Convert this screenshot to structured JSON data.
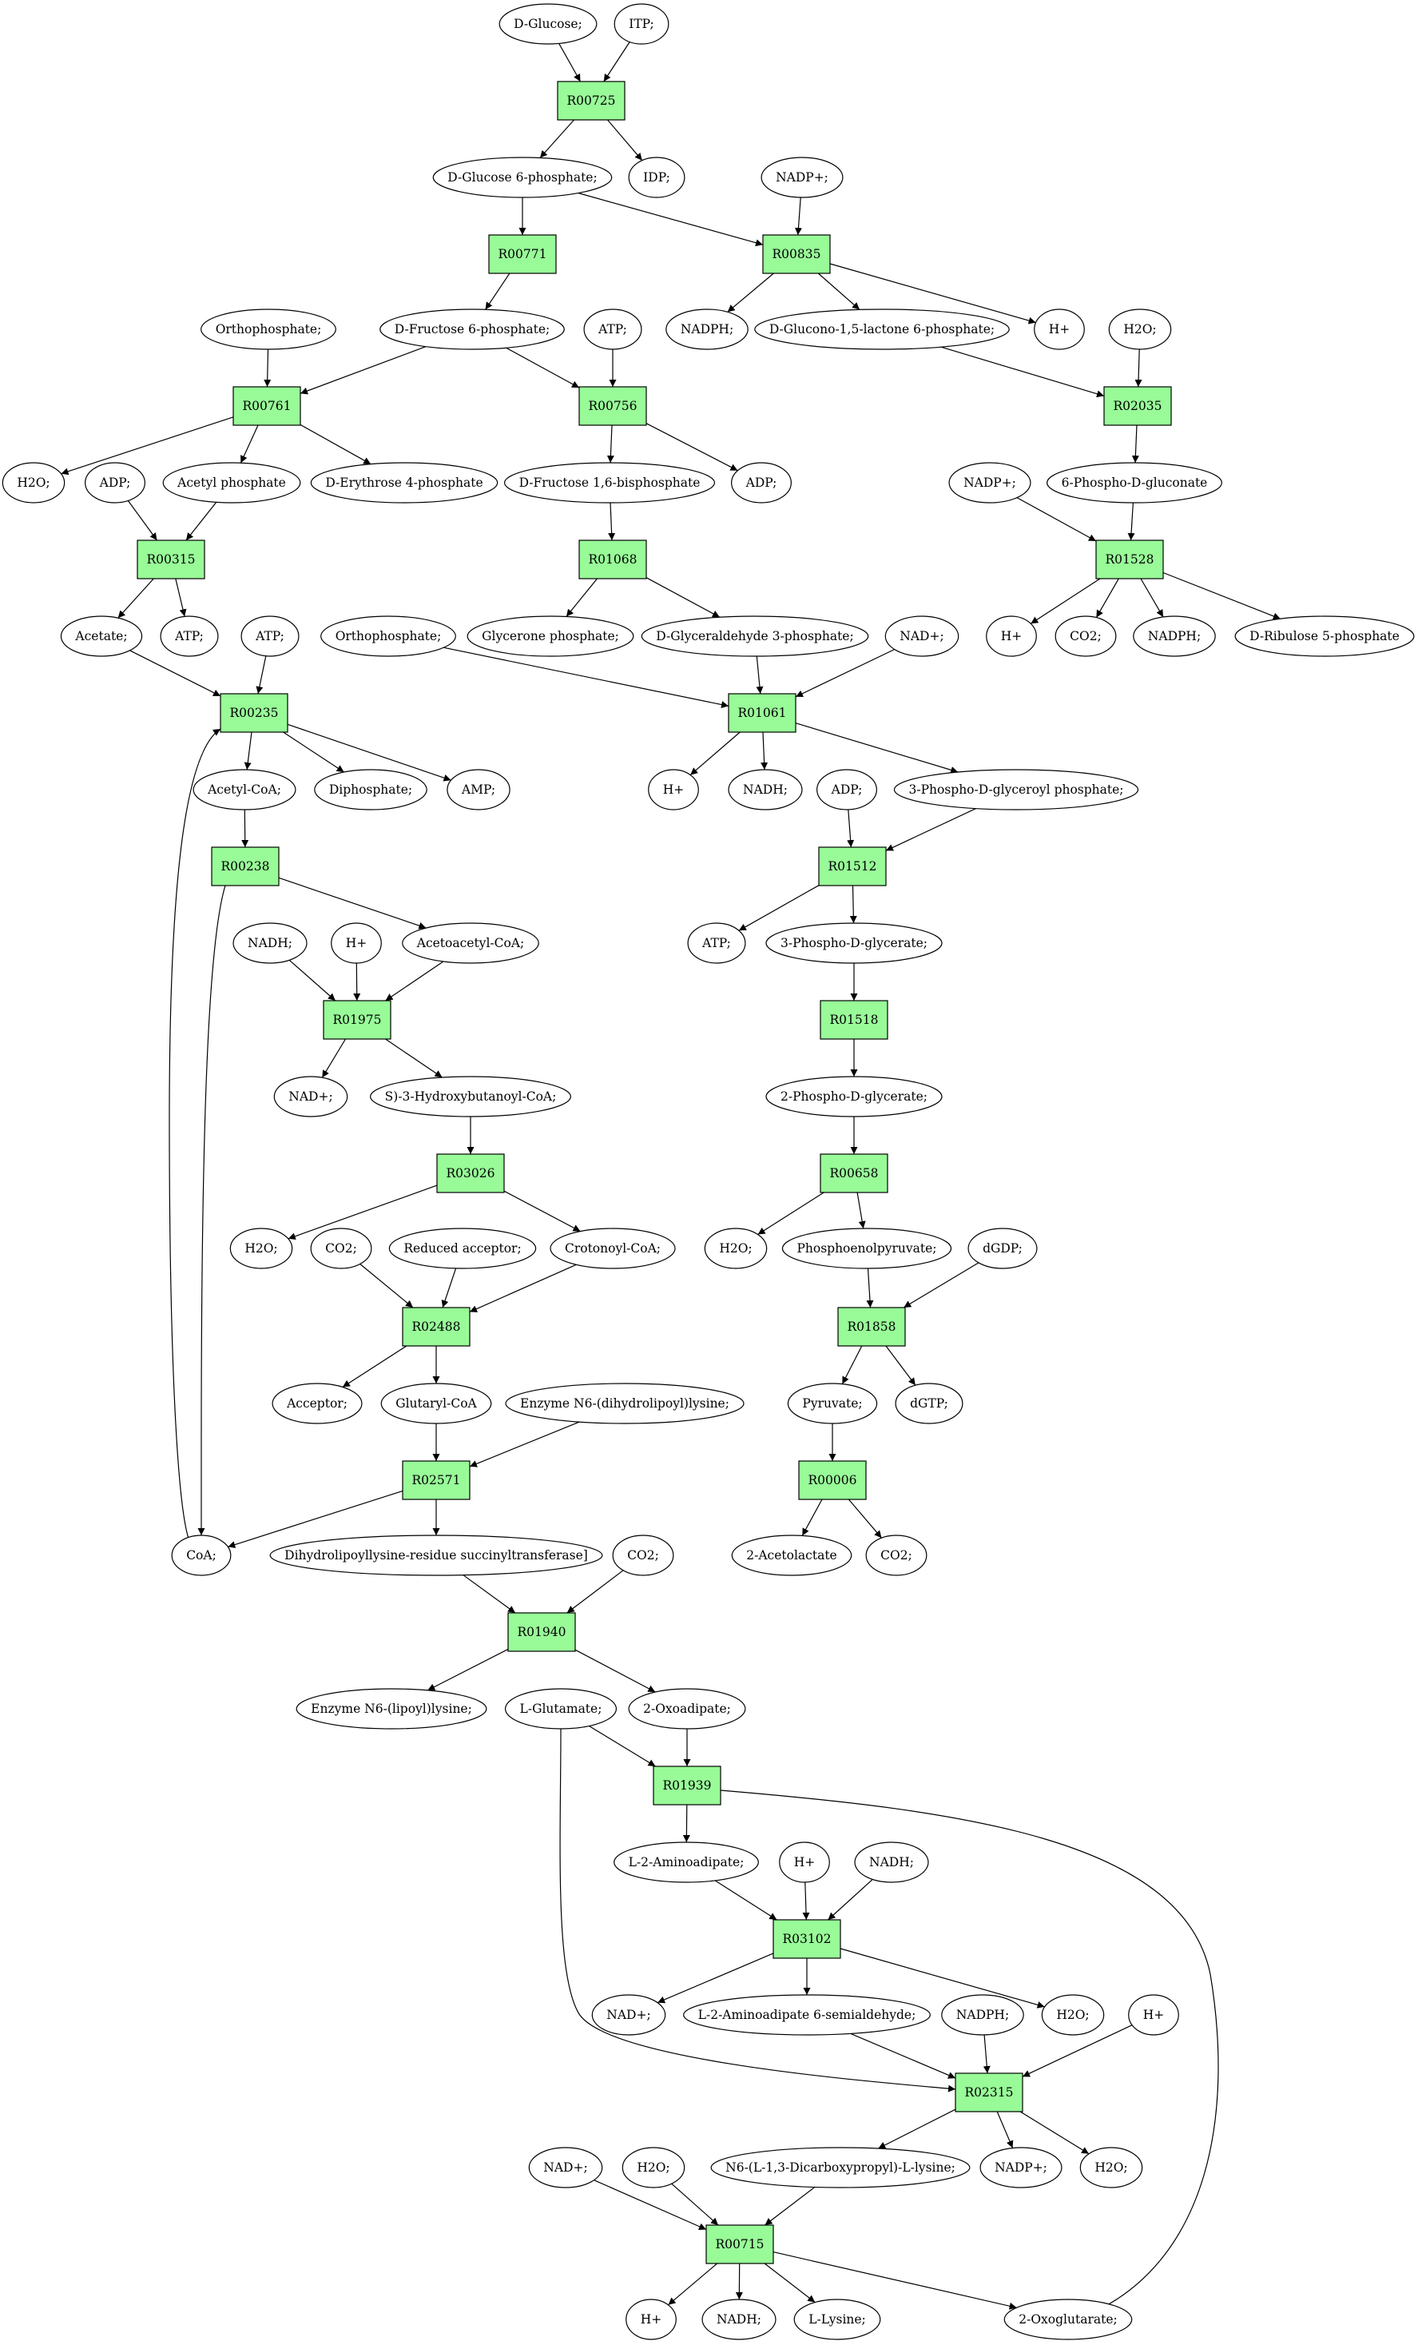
{
  "colors": {
    "reaction_fill": "#98fb98",
    "start_fill": "#00ee00",
    "end_fill": "#ffff00",
    "metabolite_fill": "#ffffff",
    "stroke": "#000000"
  },
  "nodes": [
    {
      "id": "glucose",
      "kind": "metabolite",
      "label": "D-Glucose;",
      "role": "start"
    },
    {
      "id": "itp",
      "kind": "metabolite",
      "label": "ITP;"
    },
    {
      "id": "R00725",
      "kind": "reaction",
      "label": "R00725"
    },
    {
      "id": "g6p",
      "kind": "metabolite",
      "label": "D-Glucose 6-phosphate;"
    },
    {
      "id": "idp",
      "kind": "metabolite",
      "label": "IDP;"
    },
    {
      "id": "nadp_1",
      "kind": "metabolite",
      "label": "NADP+;"
    },
    {
      "id": "R00771",
      "kind": "reaction",
      "label": "R00771"
    },
    {
      "id": "R00835",
      "kind": "reaction",
      "label": "R00835"
    },
    {
      "id": "orthophosphate_1",
      "kind": "metabolite",
      "label": "Orthophosphate;"
    },
    {
      "id": "f6p",
      "kind": "metabolite",
      "label": "D-Fructose 6-phosphate;"
    },
    {
      "id": "atp_1",
      "kind": "metabolite",
      "label": "ATP;"
    },
    {
      "id": "nadph_1",
      "kind": "metabolite",
      "label": "NADPH;"
    },
    {
      "id": "glucono",
      "kind": "metabolite",
      "label": "D-Glucono-1,5-lactone 6-phosphate;"
    },
    {
      "id": "hplus_1",
      "kind": "metabolite",
      "label": "H+"
    },
    {
      "id": "h2o_1",
      "kind": "metabolite",
      "label": "H2O;"
    },
    {
      "id": "R00761",
      "kind": "reaction",
      "label": "R00761"
    },
    {
      "id": "R00756",
      "kind": "reaction",
      "label": "R00756"
    },
    {
      "id": "R02035",
      "kind": "reaction",
      "label": "R02035"
    },
    {
      "id": "h2o_2",
      "kind": "metabolite",
      "label": "H2O;"
    },
    {
      "id": "adp_1",
      "kind": "metabolite",
      "label": "ADP;"
    },
    {
      "id": "acetylp",
      "kind": "metabolite",
      "label": "Acetyl phosphate"
    },
    {
      "id": "e4p",
      "kind": "metabolite",
      "label": "D-Erythrose 4-phosphate"
    },
    {
      "id": "fbp",
      "kind": "metabolite",
      "label": "D-Fructose 1,6-bisphosphate"
    },
    {
      "id": "adp_2",
      "kind": "metabolite",
      "label": "ADP;"
    },
    {
      "id": "nadp_2",
      "kind": "metabolite",
      "label": "NADP+;"
    },
    {
      "id": "pgluconate",
      "kind": "metabolite",
      "label": "6-Phospho-D-gluconate"
    },
    {
      "id": "R00315",
      "kind": "reaction",
      "label": "R00315"
    },
    {
      "id": "R01068",
      "kind": "reaction",
      "label": "R01068"
    },
    {
      "id": "R01528",
      "kind": "reaction",
      "label": "R01528"
    },
    {
      "id": "acetate",
      "kind": "metabolite",
      "label": "Acetate;"
    },
    {
      "id": "atp_2",
      "kind": "metabolite",
      "label": "ATP;"
    },
    {
      "id": "atp_3",
      "kind": "metabolite",
      "label": "ATP;"
    },
    {
      "id": "orthophosphate_2",
      "kind": "metabolite",
      "label": "Orthophosphate;"
    },
    {
      "id": "glyceronep",
      "kind": "metabolite",
      "label": "Glycerone phosphate;"
    },
    {
      "id": "g3p",
      "kind": "metabolite",
      "label": "D-Glyceraldehyde 3-phosphate;"
    },
    {
      "id": "nad_1",
      "kind": "metabolite",
      "label": "NAD+;"
    },
    {
      "id": "hplus_2",
      "kind": "metabolite",
      "label": "H+"
    },
    {
      "id": "co2_1",
      "kind": "metabolite",
      "label": "CO2;"
    },
    {
      "id": "nadph_2",
      "kind": "metabolite",
      "label": "NADPH;"
    },
    {
      "id": "ribulose",
      "kind": "metabolite",
      "label": "D-Ribulose 5-phosphate"
    },
    {
      "id": "R00235",
      "kind": "reaction",
      "label": "R00235"
    },
    {
      "id": "R01061",
      "kind": "reaction",
      "label": "R01061"
    },
    {
      "id": "acetylcoa",
      "kind": "metabolite",
      "label": "Acetyl-CoA;"
    },
    {
      "id": "diphosphate",
      "kind": "metabolite",
      "label": "Diphosphate;"
    },
    {
      "id": "amp",
      "kind": "metabolite",
      "label": "AMP;"
    },
    {
      "id": "hplus_3",
      "kind": "metabolite",
      "label": "H+"
    },
    {
      "id": "nadh_1",
      "kind": "metabolite",
      "label": "NADH;"
    },
    {
      "id": "adp_3",
      "kind": "metabolite",
      "label": "ADP;"
    },
    {
      "id": "pglyceroyl",
      "kind": "metabolite",
      "label": "3-Phospho-D-glyceroyl phosphate;"
    },
    {
      "id": "R00238",
      "kind": "reaction",
      "label": "R00238"
    },
    {
      "id": "R01512",
      "kind": "reaction",
      "label": "R01512"
    },
    {
      "id": "nadh_2",
      "kind": "metabolite",
      "label": "NADH;"
    },
    {
      "id": "hplus_4",
      "kind": "metabolite",
      "label": "H+"
    },
    {
      "id": "acetoacetylcoa",
      "kind": "metabolite",
      "label": "Acetoacetyl-CoA;"
    },
    {
      "id": "atp_4",
      "kind": "metabolite",
      "label": "ATP;"
    },
    {
      "id": "pglycerate3",
      "kind": "metabolite",
      "label": "3-Phospho-D-glycerate;"
    },
    {
      "id": "R01975",
      "kind": "reaction",
      "label": "R01975"
    },
    {
      "id": "R01518",
      "kind": "reaction",
      "label": "R01518"
    },
    {
      "id": "nad_2",
      "kind": "metabolite",
      "label": "NAD+;"
    },
    {
      "id": "hydroxybutanoyl",
      "kind": "metabolite",
      "label": "S)-3-Hydroxybutanoyl-CoA;"
    },
    {
      "id": "pglycerate2",
      "kind": "metabolite",
      "label": "2-Phospho-D-glycerate;"
    },
    {
      "id": "R03026",
      "kind": "reaction",
      "label": "R03026"
    },
    {
      "id": "R00658",
      "kind": "reaction",
      "label": "R00658"
    },
    {
      "id": "h2o_3",
      "kind": "metabolite",
      "label": "H2O;"
    },
    {
      "id": "co2_2",
      "kind": "metabolite",
      "label": "CO2;"
    },
    {
      "id": "reduced",
      "kind": "metabolite",
      "label": "Reduced acceptor;"
    },
    {
      "id": "crotonoyl",
      "kind": "metabolite",
      "label": "Crotonoyl-CoA;"
    },
    {
      "id": "h2o_4",
      "kind": "metabolite",
      "label": "H2O;"
    },
    {
      "id": "pep",
      "kind": "metabolite",
      "label": "Phosphoenolpyruvate;"
    },
    {
      "id": "dgdp",
      "kind": "metabolite",
      "label": "dGDP;"
    },
    {
      "id": "R02488",
      "kind": "reaction",
      "label": "R02488"
    },
    {
      "id": "R01858",
      "kind": "reaction",
      "label": "R01858"
    },
    {
      "id": "acceptor",
      "kind": "metabolite",
      "label": "Acceptor;"
    },
    {
      "id": "glutarylcoa",
      "kind": "metabolite",
      "label": "Glutaryl-CoA"
    },
    {
      "id": "enzyme_dihydro",
      "kind": "metabolite",
      "label": "Enzyme N6-(dihydrolipoyl)lysine;"
    },
    {
      "id": "pyruvate",
      "kind": "metabolite",
      "label": "Pyruvate;"
    },
    {
      "id": "dgtp",
      "kind": "metabolite",
      "label": "dGTP;"
    },
    {
      "id": "R02571",
      "kind": "reaction",
      "label": "R02571"
    },
    {
      "id": "R00006",
      "kind": "reaction",
      "label": "R00006"
    },
    {
      "id": "coa",
      "kind": "metabolite",
      "label": "CoA;"
    },
    {
      "id": "dihydrolipoyl",
      "kind": "metabolite",
      "label": "Dihydrolipoyllysine-residue succinyltransferase]"
    },
    {
      "id": "co2_3",
      "kind": "metabolite",
      "label": "CO2;"
    },
    {
      "id": "acetolactate",
      "kind": "metabolite",
      "label": "2-Acetolactate"
    },
    {
      "id": "co2_4",
      "kind": "metabolite",
      "label": "CO2;"
    },
    {
      "id": "R01940",
      "kind": "reaction",
      "label": "R01940"
    },
    {
      "id": "enzyme_lipoyl",
      "kind": "metabolite",
      "label": "Enzyme N6-(lipoyl)lysine;"
    },
    {
      "id": "glutamate",
      "kind": "metabolite",
      "label": "L-Glutamate;"
    },
    {
      "id": "oxoadipate",
      "kind": "metabolite",
      "label": "2-Oxoadipate;"
    },
    {
      "id": "R01939",
      "kind": "reaction",
      "label": "R01939"
    },
    {
      "id": "aminoadipate",
      "kind": "metabolite",
      "label": "L-2-Aminoadipate;"
    },
    {
      "id": "hplus_5",
      "kind": "metabolite",
      "label": "H+"
    },
    {
      "id": "nadh_3",
      "kind": "metabolite",
      "label": "NADH;"
    },
    {
      "id": "R03102",
      "kind": "reaction",
      "label": "R03102"
    },
    {
      "id": "nad_3",
      "kind": "metabolite",
      "label": "NAD+;"
    },
    {
      "id": "semialdehyde",
      "kind": "metabolite",
      "label": "L-2-Aminoadipate 6-semialdehyde;"
    },
    {
      "id": "nadph_3",
      "kind": "metabolite",
      "label": "NADPH;"
    },
    {
      "id": "h2o_5",
      "kind": "metabolite",
      "label": "H2O;"
    },
    {
      "id": "hplus_6",
      "kind": "metabolite",
      "label": "H+"
    },
    {
      "id": "R02315",
      "kind": "reaction",
      "label": "R02315"
    },
    {
      "id": "nad_4",
      "kind": "metabolite",
      "label": "NAD+;"
    },
    {
      "id": "h2o_6",
      "kind": "metabolite",
      "label": "H2O;"
    },
    {
      "id": "dicarboxy",
      "kind": "metabolite",
      "label": "N6-(L-1,3-Dicarboxypropyl)-L-lysine;"
    },
    {
      "id": "nadp_3",
      "kind": "metabolite",
      "label": "NADP+;"
    },
    {
      "id": "h2o_7",
      "kind": "metabolite",
      "label": "H2O;"
    },
    {
      "id": "R00715",
      "kind": "reaction",
      "label": "R00715"
    },
    {
      "id": "hplus_7",
      "kind": "metabolite",
      "label": "H+"
    },
    {
      "id": "nadh_4",
      "kind": "metabolite",
      "label": "NADH;"
    },
    {
      "id": "lysine",
      "kind": "metabolite",
      "label": "L-Lysine;",
      "role": "end"
    },
    {
      "id": "oxoglutarate",
      "kind": "metabolite",
      "label": "2-Oxoglutarate;"
    }
  ],
  "edges": [
    [
      "glucose",
      "R00725"
    ],
    [
      "itp",
      "R00725"
    ],
    [
      "R00725",
      "g6p"
    ],
    [
      "R00725",
      "idp"
    ],
    [
      "g6p",
      "R00771"
    ],
    [
      "g6p",
      "R00835"
    ],
    [
      "nadp_1",
      "R00835"
    ],
    [
      "R00771",
      "f6p"
    ],
    [
      "R00835",
      "nadph_1"
    ],
    [
      "R00835",
      "glucono"
    ],
    [
      "R00835",
      "hplus_1"
    ],
    [
      "orthophosphate_1",
      "R00761"
    ],
    [
      "f6p",
      "R00761"
    ],
    [
      "f6p",
      "R00756"
    ],
    [
      "atp_1",
      "R00756"
    ],
    [
      "glucono",
      "R02035"
    ],
    [
      "h2o_1",
      "R02035"
    ],
    [
      "R00761",
      "h2o_2"
    ],
    [
      "R00761",
      "acetylp"
    ],
    [
      "R00761",
      "e4p"
    ],
    [
      "R00756",
      "fbp"
    ],
    [
      "R00756",
      "adp_2"
    ],
    [
      "R02035",
      "pgluconate"
    ],
    [
      "adp_1",
      "R00315"
    ],
    [
      "acetylp",
      "R00315"
    ],
    [
      "fbp",
      "R01068"
    ],
    [
      "nadp_2",
      "R01528"
    ],
    [
      "pgluconate",
      "R01528"
    ],
    [
      "R00315",
      "acetate"
    ],
    [
      "R00315",
      "atp_2"
    ],
    [
      "R01068",
      "glyceronep"
    ],
    [
      "R01068",
      "g3p"
    ],
    [
      "R01528",
      "hplus_2"
    ],
    [
      "R01528",
      "co2_1"
    ],
    [
      "R01528",
      "nadph_2"
    ],
    [
      "R01528",
      "ribulose"
    ],
    [
      "acetate",
      "R00235"
    ],
    [
      "atp_3",
      "R00235"
    ],
    [
      "orthophosphate_2",
      "R01061"
    ],
    [
      "g3p",
      "R01061"
    ],
    [
      "nad_1",
      "R01061"
    ],
    [
      "R00235",
      "acetylcoa"
    ],
    [
      "R00235",
      "diphosphate"
    ],
    [
      "R00235",
      "amp"
    ],
    [
      "R01061",
      "hplus_3"
    ],
    [
      "R01061",
      "nadh_1"
    ],
    [
      "R01061",
      "pglyceroyl"
    ],
    [
      "acetylcoa",
      "R00238"
    ],
    [
      "adp_3",
      "R01512"
    ],
    [
      "pglyceroyl",
      "R01512"
    ],
    [
      "R00238",
      "acetoacetylcoa"
    ],
    [
      "R00238",
      "coa"
    ],
    [
      "R01512",
      "atp_4"
    ],
    [
      "R01512",
      "pglycerate3"
    ],
    [
      "nadh_2",
      "R01975"
    ],
    [
      "hplus_4",
      "R01975"
    ],
    [
      "acetoacetylcoa",
      "R01975"
    ],
    [
      "pglycerate3",
      "R01518"
    ],
    [
      "R01975",
      "nad_2"
    ],
    [
      "R01975",
      "hydroxybutanoyl"
    ],
    [
      "R01518",
      "pglycerate2"
    ],
    [
      "hydroxybutanoyl",
      "R03026"
    ],
    [
      "pglycerate2",
      "R00658"
    ],
    [
      "R03026",
      "h2o_3"
    ],
    [
      "R03026",
      "crotonoyl"
    ],
    [
      "R00658",
      "h2o_4"
    ],
    [
      "R00658",
      "pep"
    ],
    [
      "co2_2",
      "R02488"
    ],
    [
      "reduced",
      "R02488"
    ],
    [
      "crotonoyl",
      "R02488"
    ],
    [
      "pep",
      "R01858"
    ],
    [
      "dgdp",
      "R01858"
    ],
    [
      "R02488",
      "acceptor"
    ],
    [
      "R02488",
      "glutarylcoa"
    ],
    [
      "R01858",
      "pyruvate"
    ],
    [
      "R01858",
      "dgtp"
    ],
    [
      "glutarylcoa",
      "R02571"
    ],
    [
      "enzyme_dihydro",
      "R02571"
    ],
    [
      "pyruvate",
      "R00006"
    ],
    [
      "R02571",
      "coa"
    ],
    [
      "R02571",
      "dihydrolipoyl"
    ],
    [
      "coa",
      "R00235"
    ],
    [
      "R00006",
      "acetolactate"
    ],
    [
      "R00006",
      "co2_4"
    ],
    [
      "dihydrolipoyl",
      "R01940"
    ],
    [
      "co2_3",
      "R01940"
    ],
    [
      "R01940",
      "enzyme_lipoyl"
    ],
    [
      "R01940",
      "oxoadipate"
    ],
    [
      "glutamate",
      "R01939"
    ],
    [
      "oxoadipate",
      "R01939"
    ],
    [
      "glutamate",
      "R02315"
    ],
    [
      "R01939",
      "aminoadipate"
    ],
    [
      "R01939",
      "oxoglutarate"
    ],
    [
      "aminoadipate",
      "R03102"
    ],
    [
      "hplus_5",
      "R03102"
    ],
    [
      "nadh_3",
      "R03102"
    ],
    [
      "R03102",
      "nad_3"
    ],
    [
      "R03102",
      "semialdehyde"
    ],
    [
      "R03102",
      "h2o_5"
    ],
    [
      "semialdehyde",
      "R02315"
    ],
    [
      "nadph_3",
      "R02315"
    ],
    [
      "hplus_6",
      "R02315"
    ],
    [
      "R02315",
      "dicarboxy"
    ],
    [
      "R02315",
      "nadp_3"
    ],
    [
      "R02315",
      "h2o_6"
    ],
    [
      "nad_4",
      "R00715"
    ],
    [
      "h2o_7",
      "R00715"
    ],
    [
      "dicarboxy",
      "R00715"
    ],
    [
      "R00715",
      "hplus_7"
    ],
    [
      "R00715",
      "nadh_4"
    ],
    [
      "R00715",
      "lysine"
    ],
    [
      "R00715",
      "oxoglutarate"
    ]
  ]
}
